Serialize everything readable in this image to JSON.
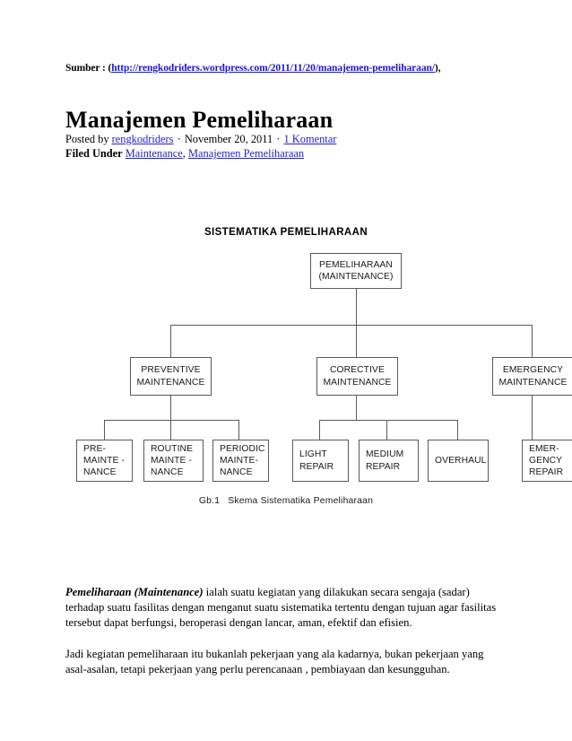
{
  "source_line": {
    "prefix": "Sumber : (",
    "link_text": "http://rengkodriders.wordpress.com/2011/11/20/manajemen-pemeliharaan/",
    "suffix": "),"
  },
  "post": {
    "title": "Manajemen Pemeliharaan",
    "posted_by_label": "Posted by",
    "author": "rengkodriders",
    "date": "November 20, 2011",
    "comments": "1 Komentar",
    "filed_under_label": "Filed Under",
    "category_1": "Maintenance",
    "category_2": "Manajemen Pemeliharaan",
    "separator": "·",
    "comma": ","
  },
  "diagram": {
    "title": "SISTEMATIKA PEMELIHARAAN",
    "caption_number": "Gb.1",
    "caption_text": "Skema Sistematika Pemeliharaan",
    "root": {
      "line1": "PEMELIHARAAN",
      "line2": "(MAINTENANCE)"
    },
    "branches": [
      {
        "line1": "PREVENTIVE",
        "line2": "MAINTENANCE",
        "children": [
          {
            "line1": "PRE-",
            "line2": "MAINTE  -",
            "line3": "NANCE"
          },
          {
            "line1": "ROUTINE",
            "line2": "MAINTE   -",
            "line3": "NANCE"
          },
          {
            "line1": "PERIODIC",
            "line2": "MAINTE-",
            "line3": "NANCE"
          }
        ]
      },
      {
        "line1": "CORECTIVE",
        "line2": "MAINTENANCE",
        "children": [
          {
            "line1": "LIGHT",
            "line2": "REPAIR",
            "line3": ""
          },
          {
            "line1": "MEDIUM",
            "line2": "REPAIR",
            "line3": ""
          },
          {
            "line1": "OVERHAUL",
            "line2": "",
            "line3": ""
          }
        ]
      },
      {
        "line1": "EMERGENCY",
        "line2": "MAINTENANCE",
        "children": [
          {
            "line1": "EMER-",
            "line2": "GENCY",
            "line3": "REPAIR"
          }
        ]
      }
    ]
  },
  "content": {
    "para1_lead": "Pemeliharaan (Maintenance)",
    "para1_rest": " ialah suatu kegiatan yang dilakukan secara sengaja (sadar) terhadap suatu fasilitas dengan menganut suatu sistematika tertentu dengan tujuan agar fasilitas tersebut dapat berfungsi, beroperasi dengan lancar, aman, efektif dan efisien.",
    "para2": "Jadi kegiatan pemeliharaan itu bukanlah pekerjaan yang ala kadarnya, bukan pekerjaan yang asal-asalan, tetapi pekerjaan yang perlu perencanaan , pembiayaan dan kesungguhan."
  },
  "colors": {
    "link": "#2222cc",
    "source_link": "#1a16d6",
    "box_border": "#555b60",
    "text": "#000000"
  }
}
